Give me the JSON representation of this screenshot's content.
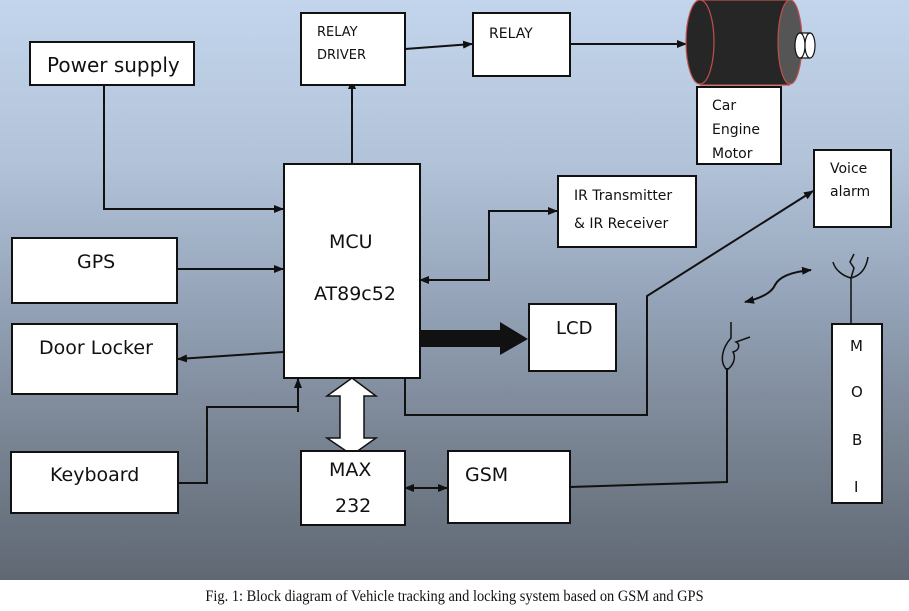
{
  "blocks": {
    "power_supply": "Power supply",
    "relay_driver": [
      "RELAY",
      "DRIVER"
    ],
    "relay": "RELAY",
    "motor": [
      "Car",
      "Engine",
      "Motor"
    ],
    "ir": [
      "IR Transmitter",
      "& IR Receiver"
    ],
    "voice_alarm": [
      "Voice",
      "alarm"
    ],
    "gps": "GPS",
    "mcu": [
      "MCU",
      "AT89c52"
    ],
    "door_locker": "Door Locker",
    "lcd": "LCD",
    "keyboard": "Keyboard",
    "max232": [
      "MAX",
      "232"
    ],
    "gsm": "GSM",
    "mobile": [
      "M",
      "O",
      "B",
      "I"
    ]
  },
  "colors": {
    "background_top": "#c3d5ec",
    "background_bottom": "#5f6873",
    "motor_body": "#262626",
    "motor_rim": "#c0504d"
  },
  "caption": "Fig. 1: Block diagram of Vehicle tracking and locking system based on GSM and GPS"
}
